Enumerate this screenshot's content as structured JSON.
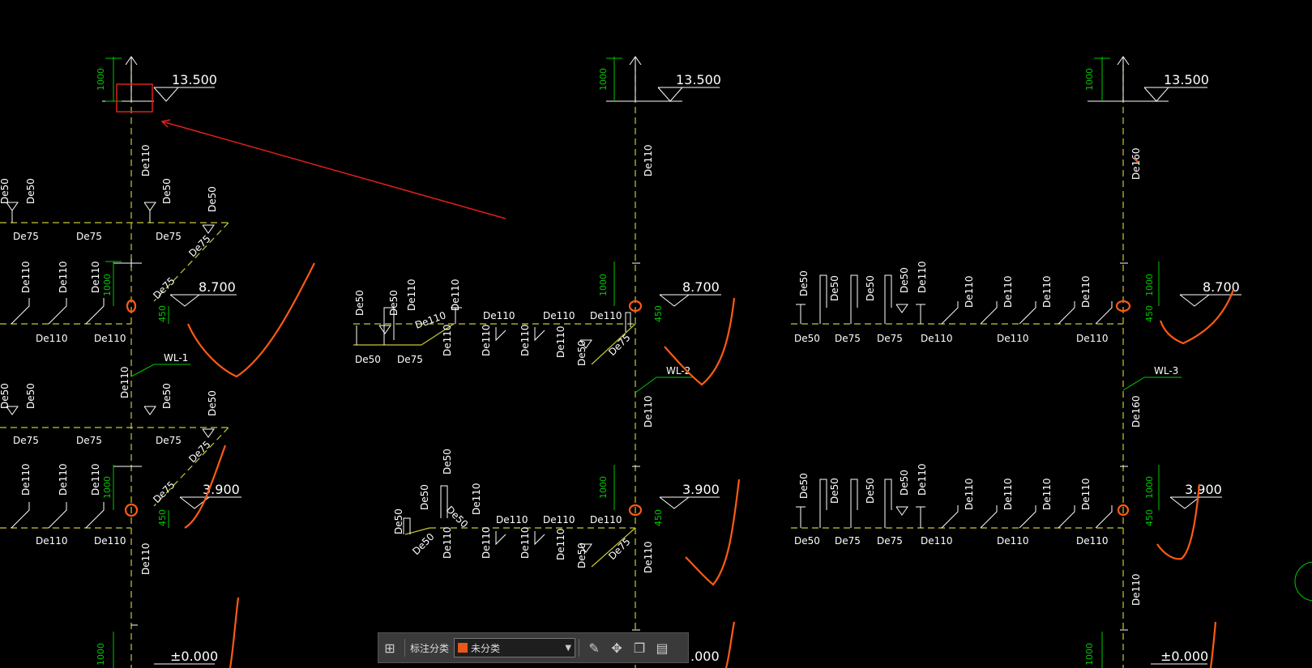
{
  "colors": {
    "pipe": "#c8c832",
    "riser": "#c8c832",
    "white": "#ffffff",
    "green": "#00c800",
    "orange": "#ff5a14",
    "red": "#e0201a",
    "toolbar_swatch": "#e8581a"
  },
  "columns": [
    {
      "elev_top": "13.500",
      "elev_mid": "8.700",
      "elev_low": "3.900",
      "elev_bottom": "±0.000",
      "dim_1000": "1000",
      "dim_450": "450",
      "wl_tag": "WL-1",
      "riser_label": "De110"
    },
    {
      "elev_top": "13.500",
      "elev_mid": "8.700",
      "elev_low": "3.900",
      "elev_bottom": ".000",
      "dim_1000": "1000",
      "dim_450": "450",
      "wl_tag": "WL-2",
      "riser_label": "De110"
    },
    {
      "elev_top": "13.500",
      "elev_mid": "8.700",
      "elev_low": "3.900",
      "elev_bottom": "±0.000",
      "dim_1000": "1000",
      "dim_450": "450",
      "wl_tag": "WL-3",
      "riser_label": "De160"
    }
  ],
  "pipe_labels": {
    "de50": "De50",
    "de75": "De75",
    "de110": "De110",
    "de160": "De160"
  },
  "toolbar": {
    "label": "标注分类",
    "selected": "未分类"
  }
}
